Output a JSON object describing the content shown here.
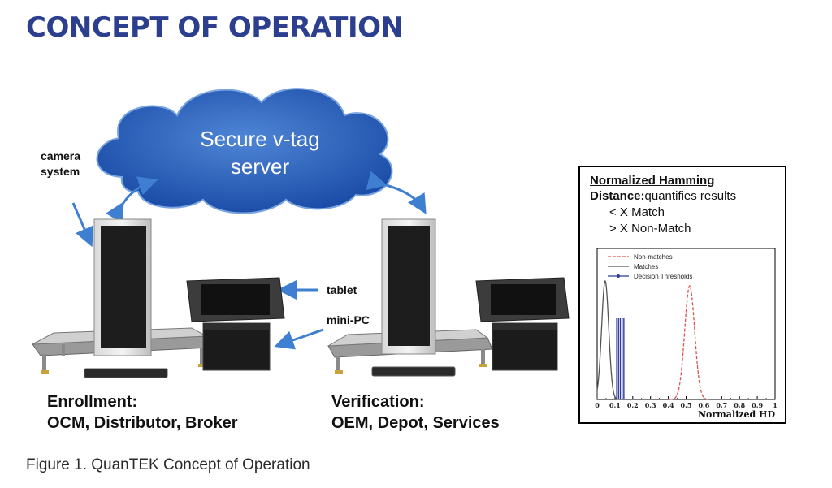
{
  "heading": "CONCEPT OF OPERATION",
  "cloud": {
    "line1": "Secure v-tag",
    "line2": "server"
  },
  "labels": {
    "camera_line1": "camera",
    "camera_line2": "system",
    "tablet": "tablet",
    "mini_pc": "mini-PC"
  },
  "enrollment": {
    "title": "Enrollment:",
    "roles": "OCM, Distributor, Broker"
  },
  "verification": {
    "title": "Verification:",
    "roles": "OEM, Depot, Services"
  },
  "inset": {
    "title": "Normalized Hamming",
    "distance_label": "Distance:",
    "distance_desc": "quantifies results",
    "match": "< X Match",
    "nonmatch": "> X Non-Match"
  },
  "chart_data": {
    "type": "line",
    "xlabel": "Normalized HD",
    "ylabel": "",
    "xlim": [
      0,
      1
    ],
    "x_ticks": [
      "0",
      "0.1",
      "0.2",
      "0.3",
      "0.4",
      "0.5",
      "0.6",
      "0.7",
      "0.8",
      "0.9",
      "1"
    ],
    "legend_position": "top-left",
    "series": [
      {
        "name": "Non-matches",
        "style": "dashed",
        "color": "#d9534f",
        "distribution": {
          "center": 0.52,
          "spread": 0.028
        }
      },
      {
        "name": "Matches",
        "style": "solid",
        "color": "#555555",
        "distribution": {
          "center": 0.045,
          "spread": 0.02
        }
      },
      {
        "name": "Decision Thresholds",
        "style": "solid-marker",
        "color": "#2e3a9a",
        "x": [
          0.11,
          0.12,
          0.13,
          0.14,
          0.15
        ]
      }
    ]
  },
  "caption": "Figure 1. QuanTEK Concept of Operation"
}
